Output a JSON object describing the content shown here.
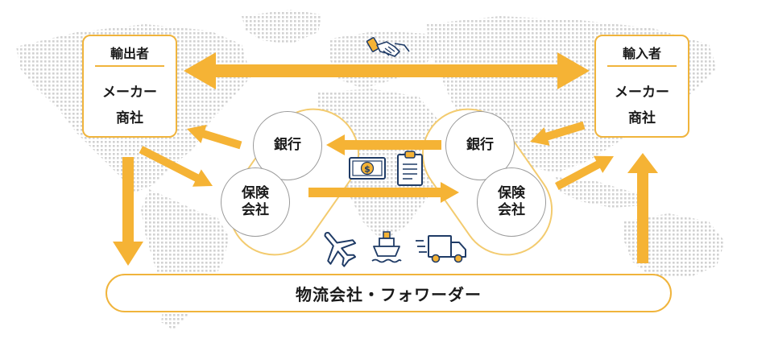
{
  "exporter": {
    "title": "輸出者",
    "line1": "メーカー",
    "line2": "商社"
  },
  "importer": {
    "title": "輸入者",
    "line1": "メーカー",
    "line2": "商社"
  },
  "left_bank": "銀行",
  "left_insurance": [
    "保険",
    "会社"
  ],
  "right_bank": "銀行",
  "right_insurance": [
    "保険",
    "会社"
  ],
  "logistics": "物流会社・フォワーダー",
  "icons": [
    "handshake-icon",
    "money-icon",
    "clipboard-icon",
    "airplane-icon",
    "ship-icon",
    "truck-icon",
    "world-map"
  ],
  "colors": {
    "accent": "#f0b43c",
    "arrow": "#f5b335",
    "icon_navy": "#1f3b66",
    "map_dot": "#c8c8c8"
  }
}
